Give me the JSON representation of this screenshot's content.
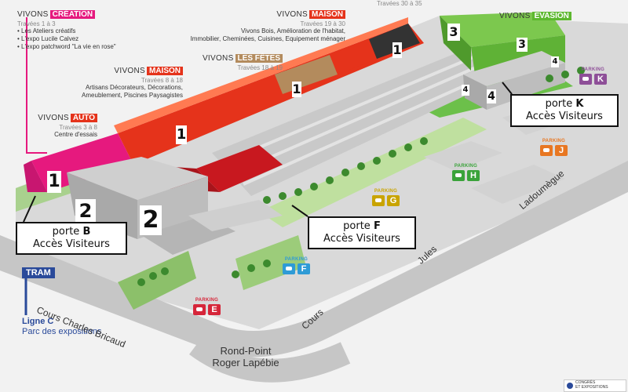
{
  "zones": {
    "creation": {
      "vivons": "VIVONS",
      "name": "CRÉATION",
      "travees": "Travées 1 à 3",
      "items": [
        "• Les Ateliers créatifs",
        "• L'expo Lucile Calvez",
        "• L'expo patchword \"La vie en rose\""
      ],
      "color": "#e6197e"
    },
    "maison_top": {
      "vivons": "VIVONS",
      "name": "MAISON",
      "travees": "Travées 19 à 30",
      "desc": [
        "Vivons Bois, Amélioration de l'habitat,",
        "Immobilier, Cheminées, Cuisines, Equipement ménager"
      ],
      "color": "#e5331b"
    },
    "evasion": {
      "vivons": "VIVONS",
      "name": "EVASION",
      "travees_top": "Travées 30 à 35",
      "color": "#5db82f"
    },
    "maison_mid": {
      "vivons": "VIVONS",
      "name": "MAISON",
      "travees": "Travées 8 à 18",
      "desc": [
        "Artisans Décorateurs, Décorations,",
        "Ameublement, Piscines Paysagistes"
      ],
      "color": "#e5331b"
    },
    "fetes": {
      "vivons": "VIVONS",
      "name": "LES FÊTES",
      "travees": "Travées 18 à 19",
      "color": "#b38b5d"
    },
    "auto": {
      "vivons": "VIVONS",
      "name": "AUTO",
      "travees": "Travées 3 à 8",
      "desc": [
        "Centre d'essais"
      ],
      "color": "#e5331b"
    }
  },
  "halls": {
    "h1": "1",
    "h2": "2",
    "h3": "3",
    "h4": "4"
  },
  "portes": {
    "b": {
      "word": "porte",
      "letter": "B",
      "sub": "Accès Visiteurs"
    },
    "f": {
      "word": "porte",
      "letter": "F",
      "sub": "Accès Visiteurs"
    },
    "k": {
      "word": "porte",
      "letter": "K",
      "sub": "Accès Visiteurs"
    }
  },
  "parkings": {
    "label": "PARKING",
    "k": {
      "letter": "K",
      "color": "#8e4f98"
    },
    "j": {
      "letter": "J",
      "color": "#e87722"
    },
    "h": {
      "letter": "H",
      "color": "#3aa33a"
    },
    "g": {
      "letter": "G",
      "color": "#c9a400"
    },
    "f": {
      "letter": "F",
      "color": "#2f9bd6"
    },
    "e": {
      "letter": "E",
      "color": "#d6263a"
    }
  },
  "transport": {
    "tram": "TRAM",
    "line": "Ligne C",
    "stop": "Parc des expositions"
  },
  "roads": {
    "bricaud": "Cours Charles Bricaud",
    "cours": "Cours",
    "jules": "Jules",
    "ladoumegue": "Ladoumègue",
    "rondpoint_1": "Rond-Point",
    "rondpoint_2": "Roger Lapébie"
  },
  "logo": {
    "line1": "CONGRÈS",
    "line2": "ET EXPOSITIONS"
  }
}
